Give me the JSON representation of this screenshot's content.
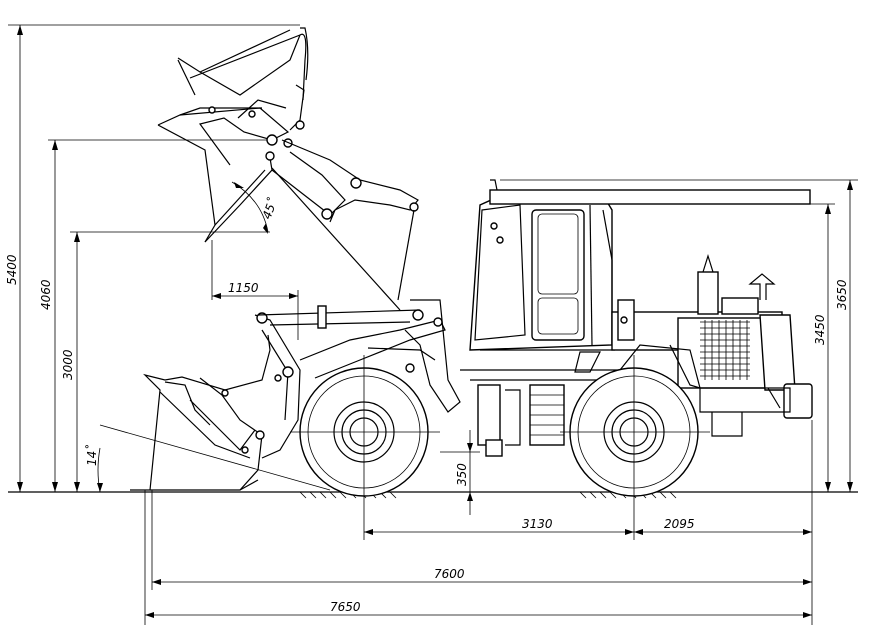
{
  "dimensions": {
    "overall_height": "5400",
    "hinge_pin_height": "4060",
    "dump_clearance": "3000",
    "dump_reach": "1150",
    "dump_angle": "45˚",
    "rollback_angle": "14˚",
    "dig_depth": "350",
    "wheelbase": "3130",
    "rear_overhang": "2095",
    "length_bucket_ground": "7600",
    "length_overall": "7650",
    "cab_height": "3450",
    "exhaust_height": "3650"
  },
  "colors": {
    "line": "#000000",
    "background": "#ffffff"
  }
}
